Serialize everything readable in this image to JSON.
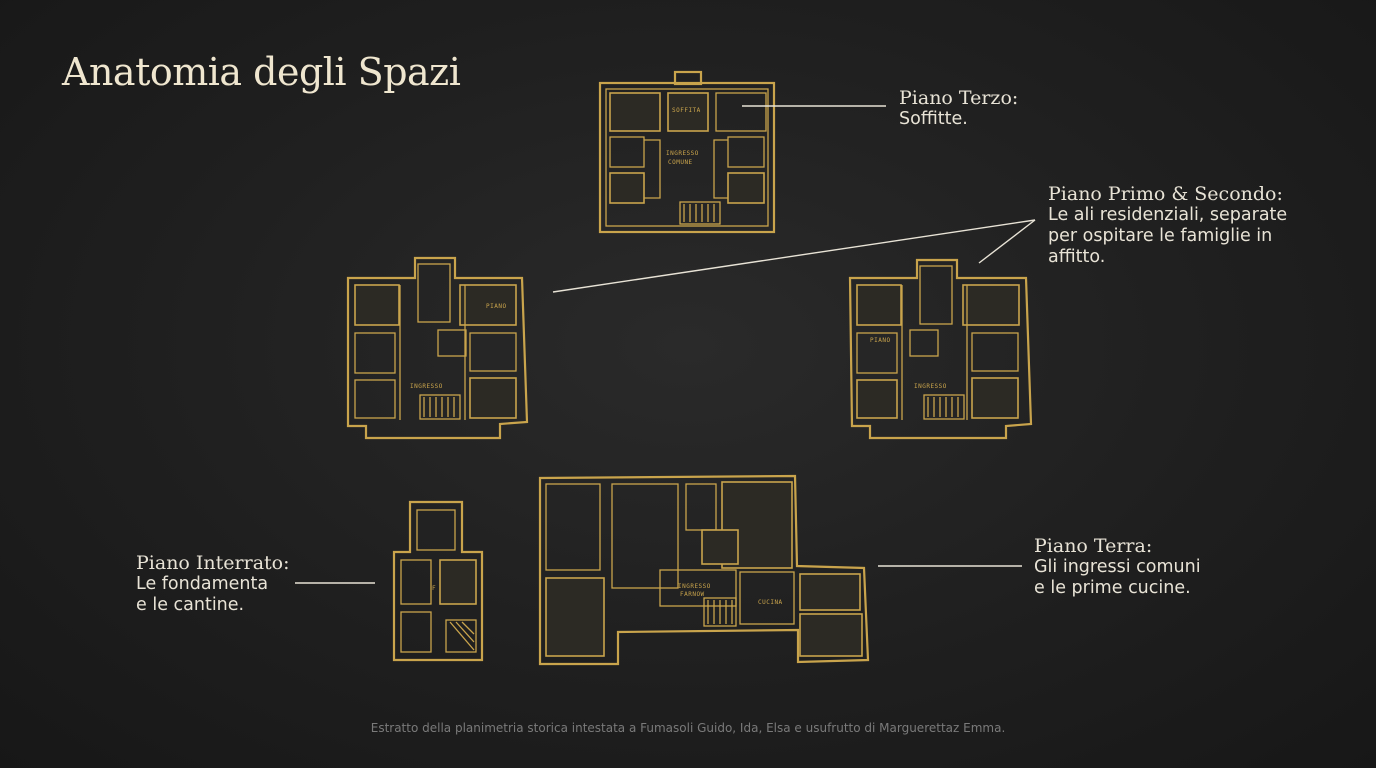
{
  "title": "Anatomia degli Spazi",
  "labels": {
    "terzo": {
      "head": "Piano Terzo:",
      "lines": [
        "Soffitte."
      ]
    },
    "primo_secondo": {
      "head": "Piano Primo & Secondo:",
      "lines": [
        "Le ali residenziali, separate",
        "per ospitare le famiglie in",
        "affitto."
      ]
    },
    "interrato": {
      "head": "Piano Interrato:",
      "lines": [
        "Le fondamenta",
        "e le cantine."
      ]
    },
    "terra": {
      "head": "Piano Terra:",
      "lines": [
        "Gli ingressi comuni",
        "e le prime cucine."
      ]
    }
  },
  "footer": "Estratto della planimetria storica intestata a Fumasoli Guido, Ida, Elsa e usufrutto di Marguerettaz Emma.",
  "colors": {
    "gold": "#c9a44c",
    "background": "#1f1f1f",
    "text": "#e8e3d6"
  },
  "images": [
    "floor-plan-third",
    "floor-plan-first",
    "floor-plan-second",
    "floor-plan-basement",
    "floor-plan-ground"
  ]
}
